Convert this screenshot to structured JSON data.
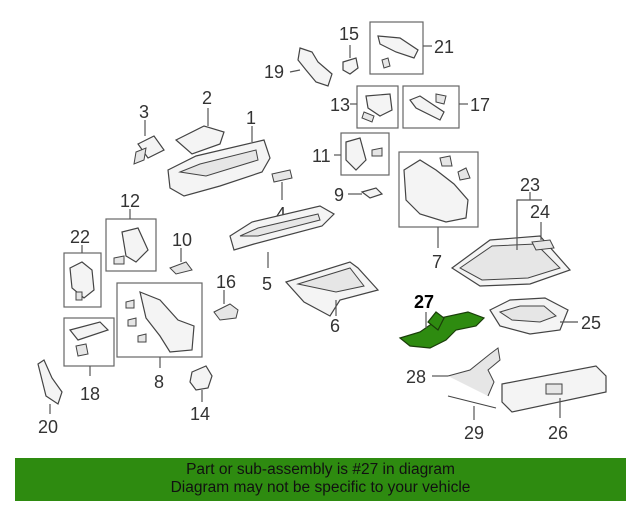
{
  "diagram": {
    "callouts": [
      "1",
      "2",
      "3",
      "4",
      "5",
      "6",
      "7",
      "8",
      "9",
      "10",
      "11",
      "12",
      "13",
      "14",
      "15",
      "16",
      "17",
      "18",
      "19",
      "20",
      "21",
      "22",
      "23",
      "24",
      "25",
      "26",
      "27",
      "28",
      "29"
    ],
    "highlighted_part": "27",
    "highlight_color": "#2e8b10"
  },
  "banner": {
    "line1": "Part or sub-assembly is #27 in diagram",
    "line2": "Diagram may not be specific to your vehicle",
    "background": "#2e8b10"
  }
}
